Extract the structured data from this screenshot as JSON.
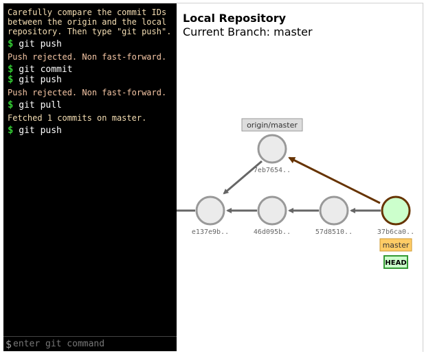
{
  "terminal": {
    "prompt_symbol": "$",
    "intro": [
      "Carefully compare the commit IDs",
      "between the origin and the local",
      "repository. Then type \"git push\"."
    ],
    "commands": [
      {
        "cmd": "git push",
        "output": "Push rejected. Non fast-forward."
      },
      {
        "cmd": "git commit",
        "output": ""
      },
      {
        "cmd": "git push",
        "output": "Push rejected. Non fast-forward."
      },
      {
        "cmd": "git pull",
        "output": "Fetched 1 commits on master."
      },
      {
        "cmd": "git push",
        "output": ""
      }
    ],
    "input_placeholder": "enter git command",
    "input_value": ""
  },
  "repo": {
    "title": "Local Repository",
    "branch_label": "Current Branch:",
    "branch_name": "master"
  },
  "graph": {
    "commits": [
      {
        "id": "e137e9b..",
        "state": "normal"
      },
      {
        "id": "46d095b..",
        "state": "normal"
      },
      {
        "id": "57d8510..",
        "state": "normal"
      },
      {
        "id": "37b6ca0..",
        "state": "current"
      },
      {
        "id": "7eb7654..",
        "state": "normal"
      }
    ],
    "tags": {
      "origin": "origin/master",
      "branch": "master",
      "head": "HEAD"
    },
    "colors": {
      "commit_fill": "#ebebeb",
      "commit_stroke": "#999999",
      "current_fill": "#ccffcc",
      "current_stroke": "#663300",
      "arrow": "#666666",
      "merge_arrow": "#663300",
      "origin_tag_fill": "#dddddd",
      "branch_tag_fill": "#ffcc66",
      "head_tag_fill": "#ccffcc",
      "head_tag_stroke": "#339933"
    }
  }
}
